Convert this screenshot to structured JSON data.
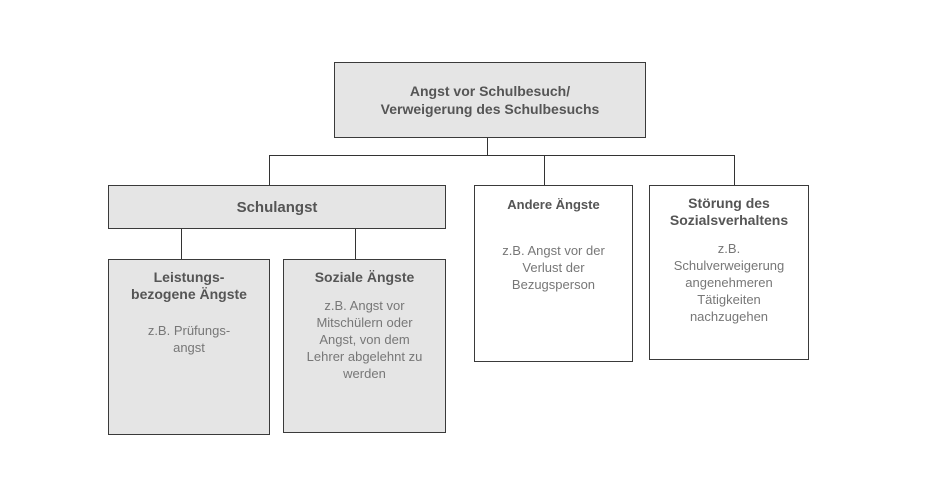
{
  "diagram": {
    "root": {
      "title": "Angst vor Schulbesuch/\nVerweigerung des Schulbesuchs"
    },
    "schulangst": {
      "title": "Schulangst",
      "children": [
        {
          "title": "Leistungs-\nbezogene Ängste",
          "desc": "z.B. Prüfungs-\nangst"
        },
        {
          "title": "Soziale Ängste",
          "desc": "z.B. Angst vor\nMitschülern oder\nAngst, von dem\nLehrer abgelehnt zu\nwerden"
        }
      ]
    },
    "andere": {
      "title": "Andere Ängste",
      "desc": "z.B. Angst vor der\nVerlust der\nBezugsperson"
    },
    "stoerung": {
      "title": "Störung des\nSozialsverhaltens",
      "desc": "z.B.\nSchulverweigerung\nangenehmeren\nTätigkeiten\nnachzugehen"
    },
    "colors": {
      "box_fill": "#e5e5e5",
      "box_border": "#3a3a3a",
      "title_text": "#555555",
      "desc_text": "#777777"
    }
  }
}
